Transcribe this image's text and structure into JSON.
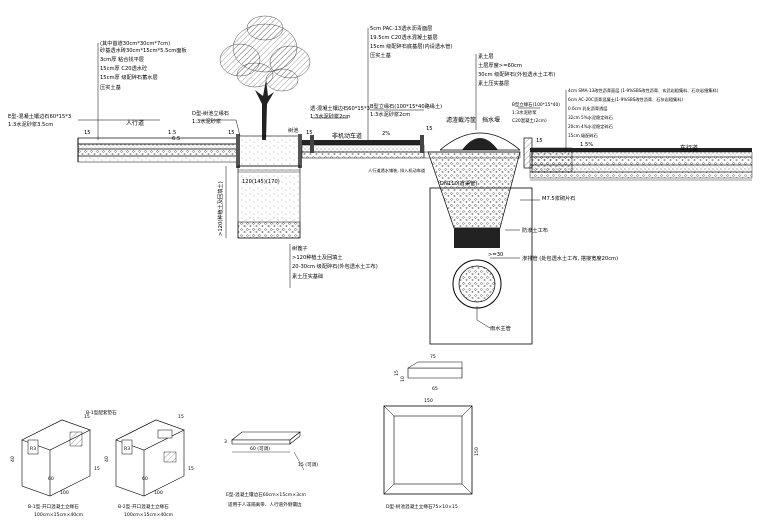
{
  "tree_label": "树池",
  "surface_labels": {
    "sidewalk": "人行道",
    "non_motor_lane": "非机动车道",
    "carriageway": "车行道",
    "filter_layer": "滤渣截污筐",
    "grate": "挡水堰"
  },
  "slopes": {
    "sidewalk_slope": "1.5",
    "bike_slope": "2%",
    "road_slope": "1.5%"
  },
  "curb_labels": {
    "e_curb": "E型-混凝土镶边石60*15*3",
    "e_curb_bed": "1:3水泥砂浆3.5cm",
    "d_curb": "D型-树池立缘石",
    "d_curb_bed": "1:3水泥砂浆",
    "b_curb": "B型立缘石(100*15*40路缘土)",
    "b_curb_bed": "1:3水泥砂浆2cm",
    "pass_curb": "透-混凝土镶边石60*15*3",
    "pass_curb_bed": "1:3水泥砂浆2cm"
  },
  "sidewalk_layers": [
    "(其中首道30cm*30cm*7cm)",
    "砂基透水砖30cm*15cm*5.5cm面板",
    "3cm厚 粘合找平层",
    "15cm厚 C20透水砼",
    "15cm厚 级配碎石蓄水层",
    "压实土基"
  ],
  "bike_layers": [
    "5cm PAC-13透水沥青面层",
    "19.5cm C20透水混凝土基层",
    "15cm 级配碎石底基层(内设透水管)",
    "压实土基"
  ],
  "inlet_layers": [
    "素土层",
    "土层厚度>=60cm",
    "30cm 级配碎石(外包透水土工布)",
    "素土压实基层"
  ],
  "road_layers": [
    "4cm SMA-13改性沥青面层 (1-9%SBS改性沥青、玄武岩粗集料、石灰岩细集料)",
    "6cm AC-20C沥青混凝土(1-9%SBS改性沥青、石灰岩粗集料)",
    "0.6cm 乳化沥青透层",
    "32cm 5%水泥稳定碎石",
    "20cm 4%水泥稳定碎石",
    "15cm 级配碎石"
  ],
  "road_curb": [
    "B型立缘石(100*15*40)",
    "1:3水泥砂浆",
    "C20混凝土(2cm)"
  ],
  "tree_pit_notes": [
    "树篦子",
    ">120种植土及回填土",
    "20-30cm 级配碎石(外包透水土工布)",
    "素土压实基础"
  ],
  "tree_pit_dims": {
    "width": "120(145)(170)",
    "depth": ">120(种植土及回填土)"
  },
  "inlet_notes": {
    "pipe": "DN110(盲渠管)",
    "mortar": "M7.5浆砌片石",
    "fabric": "防渗土工布",
    "seep_pipe": "渗排管 (处包透水土工布, 搭接宽度20cm)",
    "seep_dim": ">=30",
    "main_pipe": "雨水主管",
    "grate_note": "人行道透水铺装, 排入机动车道"
  },
  "details": {
    "b1_title": "B-1型-开口混凝土立缘石",
    "b1_size": "100cm×15cm×40cm",
    "b1_label": "B-1型配套垫石",
    "b2_title": "B-2型-开口混凝土立缘石",
    "b2_size": "100cm×15cm×40cm",
    "e_title": "E型-混凝土镶边石60cm×15cm×3cm",
    "e_note": "适用于人非隔离带、人行道外侧镶边",
    "e_len": "60 (可调)",
    "e_width": "15 (可调)",
    "e_thk": "3",
    "d_title": "D型-树池混凝土立缘石75×10×15",
    "d_top": "75",
    "d_bottom": "65",
    "d_h": "15",
    "d_w": "10",
    "d_sq": "150",
    "d_side": "150",
    "b1_dims": [
      "40",
      "15",
      "60",
      "100",
      "15",
      "R3"
    ],
    "b2_dims": [
      "40",
      "15",
      "60",
      "100",
      "15",
      "R3"
    ]
  },
  "misc_dims": [
    "15",
    "15",
    "6.5",
    "15",
    "15",
    "15",
    "15",
    "15",
    "15"
  ]
}
